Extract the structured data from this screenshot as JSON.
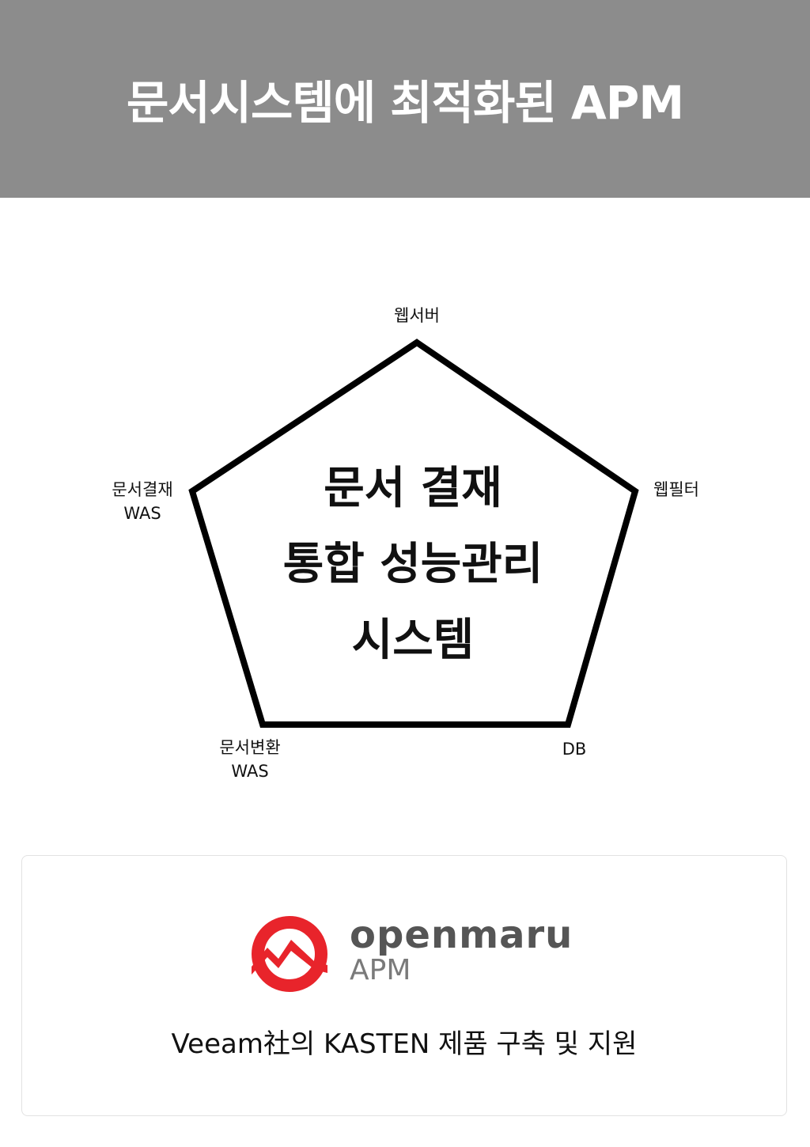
{
  "header": {
    "title": "문서시스템에 최적화된 APM",
    "background": "#8c8c8c"
  },
  "diagram": {
    "center_lines": [
      "문서 결재",
      "통합 성능관리",
      "시스템"
    ],
    "vertices": {
      "top": [
        "웹서버"
      ],
      "right": [
        "웹필터"
      ],
      "bottom_right": [
        "DB"
      ],
      "bottom_left": [
        "문서변환",
        "WAS"
      ],
      "left": [
        "문서결재",
        "WAS"
      ]
    }
  },
  "card": {
    "logo_icon": "openmaru-mountain-logo-icon",
    "brand_name": "openmaru",
    "brand_sub": "APM",
    "caption": "Veeam社의 KASTEN 제품 구축 및 지원",
    "accent": "#e8242b"
  }
}
